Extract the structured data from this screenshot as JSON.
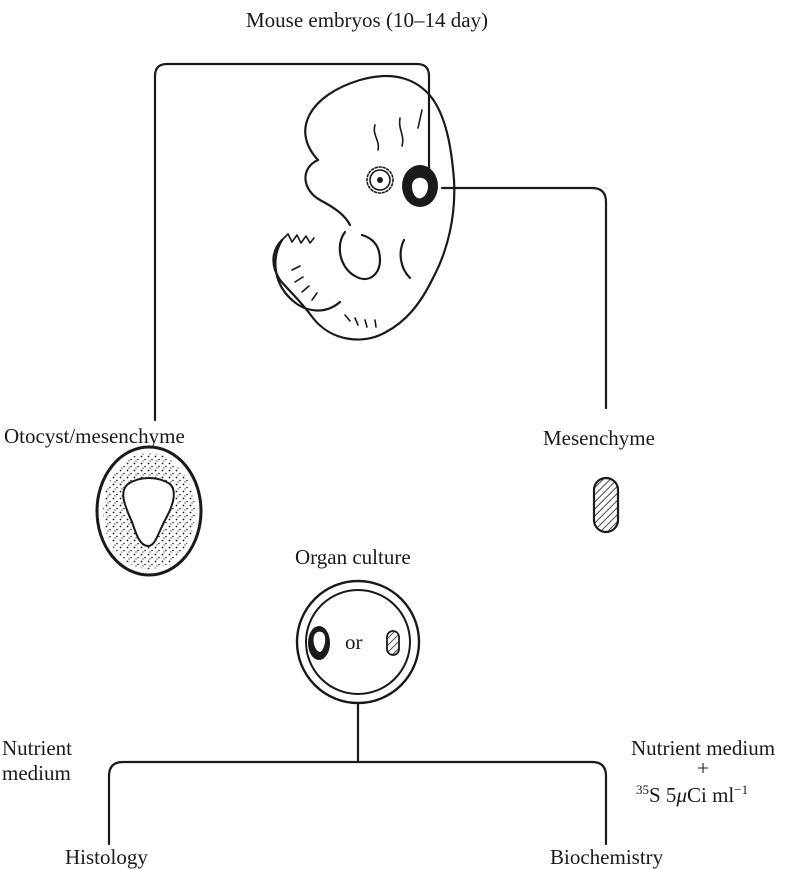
{
  "title": "Mouse embryos (10–14 day)",
  "labels": {
    "otocyst": "Otocyst/mesenchyme",
    "mesenchyme": "Mesenchyme",
    "organ_culture": "Organ culture",
    "or": "or",
    "nutrient_left_line1": "Nutrient",
    "nutrient_left_line2": "medium",
    "nutrient_right_line1": "Nutrient medium",
    "nutrient_right_plus": "+",
    "isotope_mass": "35",
    "isotope_text": "S 5",
    "mu": "μ",
    "unit_text": "Ci ml",
    "unit_exp": "−1",
    "histology": "Histology",
    "biochemistry": "Biochemistry"
  }
}
